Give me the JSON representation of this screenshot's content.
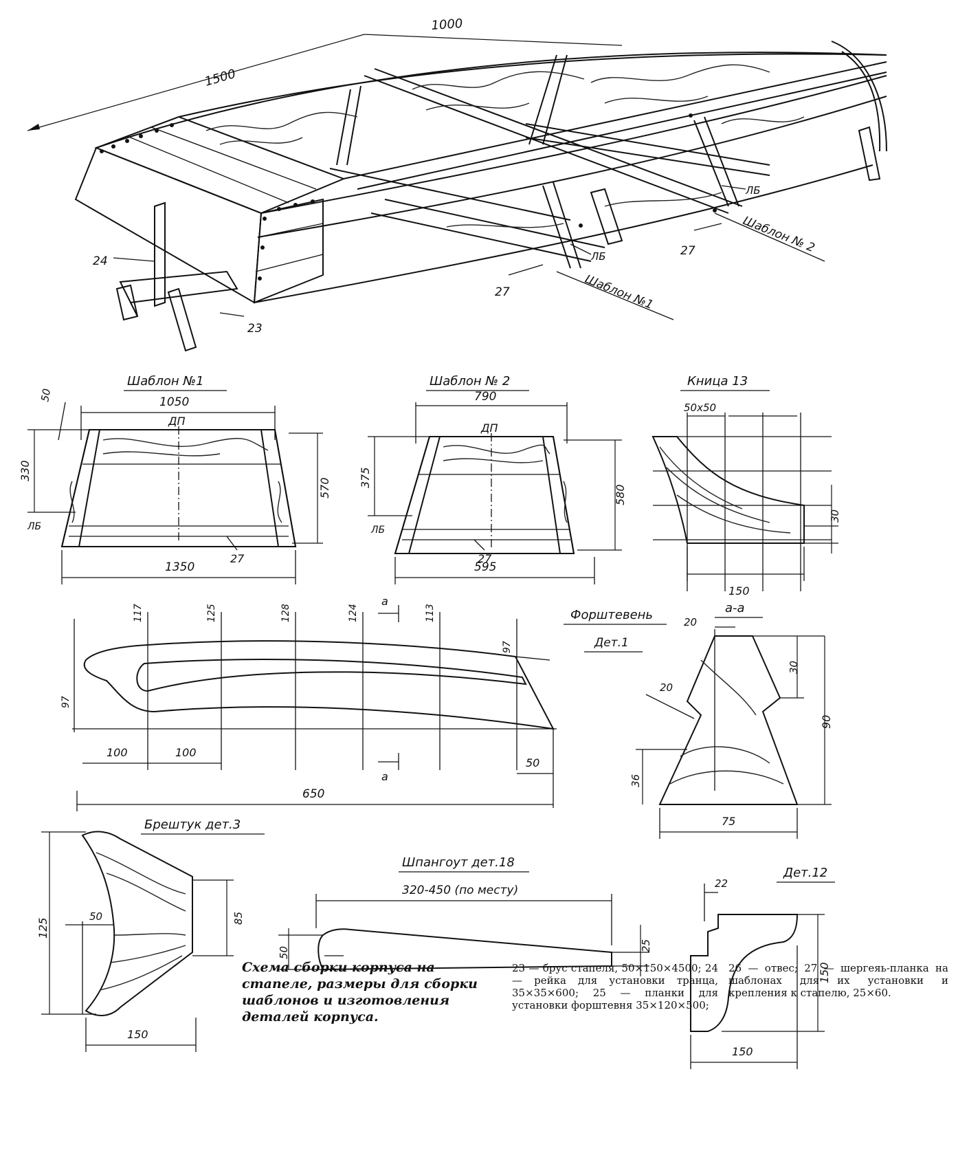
{
  "boat": {
    "dim_1500": "1500",
    "dim_1000": "1000",
    "lbl_24": "24",
    "lbl_23": "23",
    "lbl_27a": "27",
    "lbl_27b": "27",
    "lb_a": "ЛБ",
    "lb_b": "ЛБ",
    "template1": "Шаблон №1",
    "template2": "Шаблон № 2"
  },
  "template1": {
    "title": "Шаблон №1",
    "top_width": "1050",
    "bottom_width": "1350",
    "height": "570",
    "side_height": "330",
    "offset": "50",
    "dp": "ДП",
    "lb": "ЛБ",
    "part": "27"
  },
  "template2": {
    "title": "Шаблон № 2",
    "top_width": "790",
    "bottom_width": "595",
    "height": "580",
    "side_height": "375",
    "dp": "ДП",
    "lb": "ЛБ",
    "part": "27"
  },
  "knee": {
    "title": "Кница 13",
    "grid": "50x50",
    "height": "30",
    "width": "150"
  },
  "stem": {
    "heights": [
      "117",
      "125",
      "128",
      "124",
      "113",
      "97"
    ],
    "left_height": "97",
    "spacing1": "100",
    "spacing2": "100",
    "length": "650",
    "end": "50",
    "section_mark_top": "а",
    "section_mark_bottom": "а"
  },
  "stem_section": {
    "title": "Форштевень",
    "part": "Дет.1",
    "section": "а-а",
    "top": "20",
    "notch": "20",
    "upper": "30",
    "lower": "36",
    "height": "90",
    "width": "75"
  },
  "breasthook": {
    "title": "Брештук дет.3",
    "height": "125",
    "inner": "50",
    "right": "85",
    "width": "150"
  },
  "frame": {
    "title": "Шпангоут дет.18",
    "length": "320-450 (по месту)",
    "left": "50",
    "right": "25"
  },
  "det12": {
    "title": "Дет.12",
    "top": "22",
    "height": "150",
    "width": "150"
  },
  "caption": {
    "text": "Схема сборки корпуса на стапеле, размеры для сборки шаблонов и изготовления деталей корпуса."
  },
  "legend": {
    "col1": "23 — брус стапеля, 50×150×4500; 24 — рейка для установки транца, 35×35×600; 25 — планки для установки форштевня 35×120×500;",
    "col2": "26 — отвес; 27 — шергеяь-планка на шаблонах для их установки и крепления к стапелю, 25×60."
  }
}
